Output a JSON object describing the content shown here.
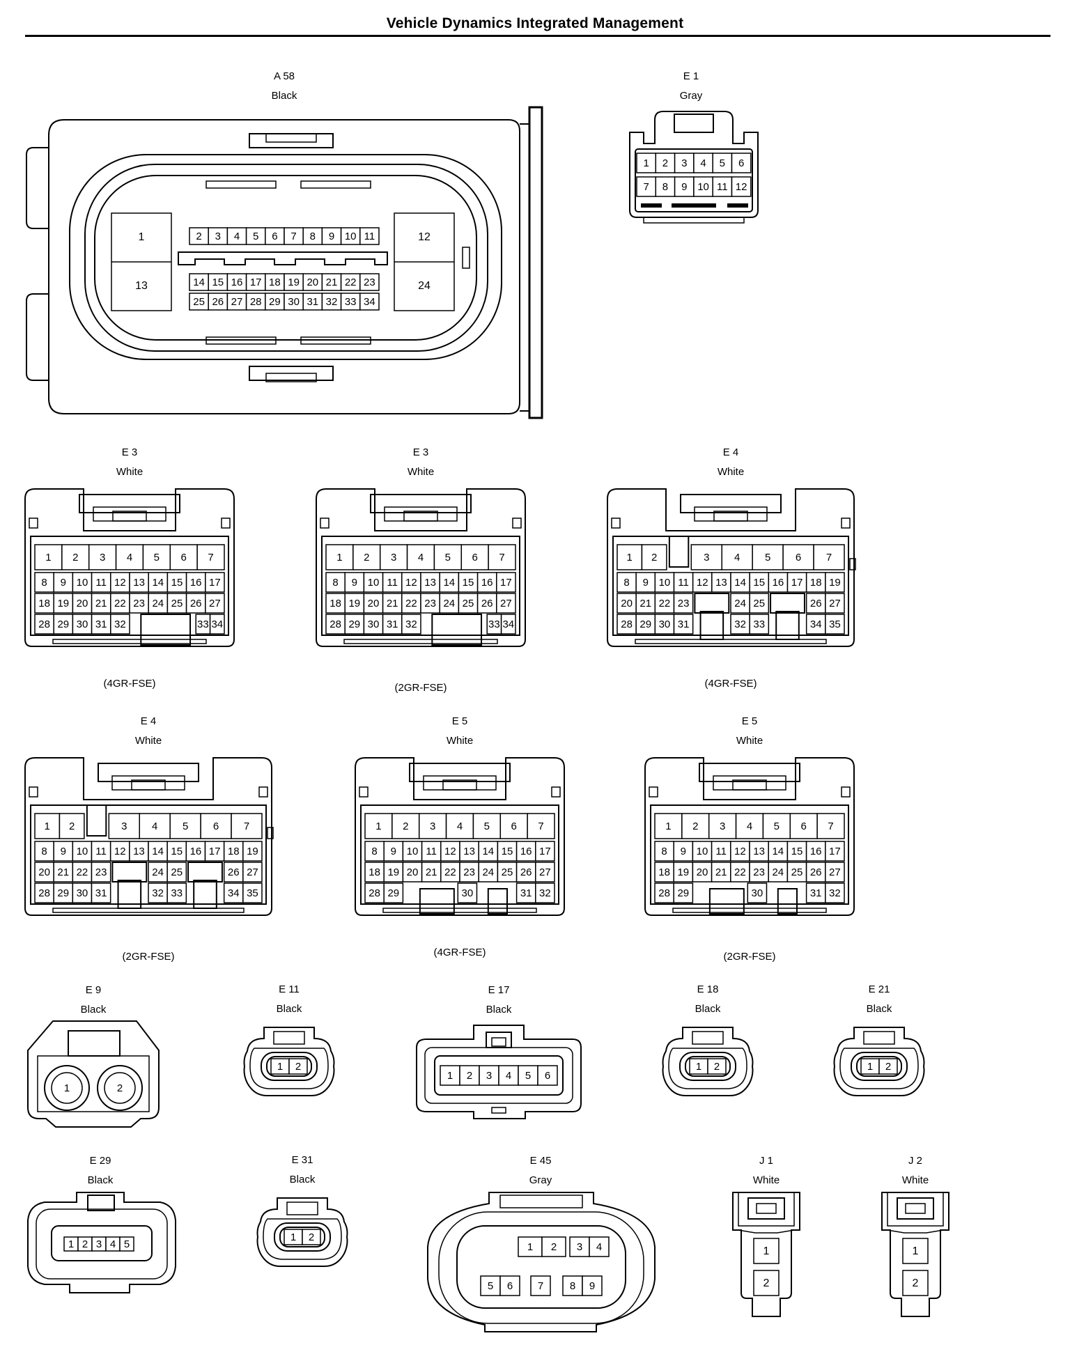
{
  "title": "Vehicle Dynamics Integrated Management",
  "connectors": [
    {
      "id": "A 58",
      "color": "Black",
      "pins": [
        "1",
        "2",
        "3",
        "4",
        "5",
        "6",
        "7",
        "8",
        "9",
        "10",
        "11",
        "12",
        "13",
        "14",
        "15",
        "16",
        "17",
        "18",
        "19",
        "20",
        "21",
        "22",
        "23",
        "24",
        "25",
        "26",
        "27",
        "28",
        "29",
        "30",
        "31",
        "32",
        "33",
        "34"
      ]
    },
    {
      "id": "E 1",
      "color": "Gray",
      "pins": [
        "1",
        "2",
        "3",
        "4",
        "5",
        "6",
        "7",
        "8",
        "9",
        "10",
        "11",
        "12"
      ]
    },
    {
      "id": "E 3",
      "color": "White",
      "note": "(4GR-FSE)",
      "pins": [
        "1",
        "2",
        "3",
        "4",
        "5",
        "6",
        "7",
        "8",
        "9",
        "10",
        "11",
        "12",
        "13",
        "14",
        "15",
        "16",
        "17",
        "18",
        "19",
        "20",
        "21",
        "22",
        "23",
        "24",
        "25",
        "26",
        "27",
        "28",
        "29",
        "30",
        "31",
        "32",
        "33",
        "34"
      ]
    },
    {
      "id": "E 3",
      "color": "White",
      "note": "(2GR-FSE)",
      "pins": [
        "1",
        "2",
        "3",
        "4",
        "5",
        "6",
        "7",
        "8",
        "9",
        "10",
        "11",
        "12",
        "13",
        "14",
        "15",
        "16",
        "17",
        "18",
        "19",
        "20",
        "21",
        "22",
        "23",
        "24",
        "25",
        "26",
        "27",
        "28",
        "29",
        "30",
        "31",
        "32",
        "33",
        "34"
      ]
    },
    {
      "id": "E 4",
      "color": "White",
      "note": "(4GR-FSE)",
      "pins": [
        "1",
        "2",
        "3",
        "4",
        "5",
        "6",
        "7",
        "8",
        "9",
        "10",
        "11",
        "12",
        "13",
        "14",
        "15",
        "16",
        "17",
        "18",
        "19",
        "20",
        "21",
        "22",
        "23",
        "24",
        "25",
        "26",
        "27",
        "28",
        "29",
        "30",
        "31",
        "32",
        "33",
        "34",
        "35"
      ]
    },
    {
      "id": "E 4",
      "color": "White",
      "note": "(2GR-FSE)",
      "pins": [
        "1",
        "2",
        "3",
        "4",
        "5",
        "6",
        "7",
        "8",
        "9",
        "10",
        "11",
        "12",
        "13",
        "14",
        "15",
        "16",
        "17",
        "18",
        "19",
        "20",
        "21",
        "22",
        "23",
        "24",
        "25",
        "26",
        "27",
        "28",
        "29",
        "30",
        "31",
        "32",
        "33",
        "34",
        "35"
      ]
    },
    {
      "id": "E 5",
      "color": "White",
      "note": "(4GR-FSE)",
      "pins": [
        "1",
        "2",
        "3",
        "4",
        "5",
        "6",
        "7",
        "8",
        "9",
        "10",
        "11",
        "12",
        "13",
        "14",
        "15",
        "16",
        "17",
        "18",
        "19",
        "20",
        "21",
        "22",
        "23",
        "24",
        "25",
        "26",
        "27",
        "28",
        "29",
        "30",
        "31",
        "32"
      ]
    },
    {
      "id": "E 5",
      "color": "White",
      "note": "(2GR-FSE)",
      "pins": [
        "1",
        "2",
        "3",
        "4",
        "5",
        "6",
        "7",
        "8",
        "9",
        "10",
        "11",
        "12",
        "13",
        "14",
        "15",
        "16",
        "17",
        "18",
        "19",
        "20",
        "21",
        "22",
        "23",
        "24",
        "25",
        "26",
        "27",
        "28",
        "29",
        "30",
        "31",
        "32"
      ]
    },
    {
      "id": "E 9",
      "color": "Black",
      "pins": [
        "1",
        "2"
      ]
    },
    {
      "id": "E 11",
      "color": "Black",
      "pins": [
        "1",
        "2"
      ]
    },
    {
      "id": "E 17",
      "color": "Black",
      "pins": [
        "1",
        "2",
        "3",
        "4",
        "5",
        "6"
      ]
    },
    {
      "id": "E 18",
      "color": "Black",
      "pins": [
        "1",
        "2"
      ]
    },
    {
      "id": "E 21",
      "color": "Black",
      "pins": [
        "1",
        "2"
      ]
    },
    {
      "id": "E 29",
      "color": "Black",
      "pins": [
        "1",
        "2",
        "3",
        "4",
        "5"
      ]
    },
    {
      "id": "E 31",
      "color": "Black",
      "pins": [
        "1",
        "2"
      ]
    },
    {
      "id": "E 45",
      "color": "Gray",
      "pins": [
        "1",
        "2",
        "3",
        "4",
        "5",
        "6",
        "7",
        "8",
        "9"
      ]
    },
    {
      "id": "J 1",
      "color": "White",
      "pins": [
        "1",
        "2"
      ]
    },
    {
      "id": "J 2",
      "color": "White",
      "pins": [
        "1",
        "2"
      ]
    }
  ]
}
